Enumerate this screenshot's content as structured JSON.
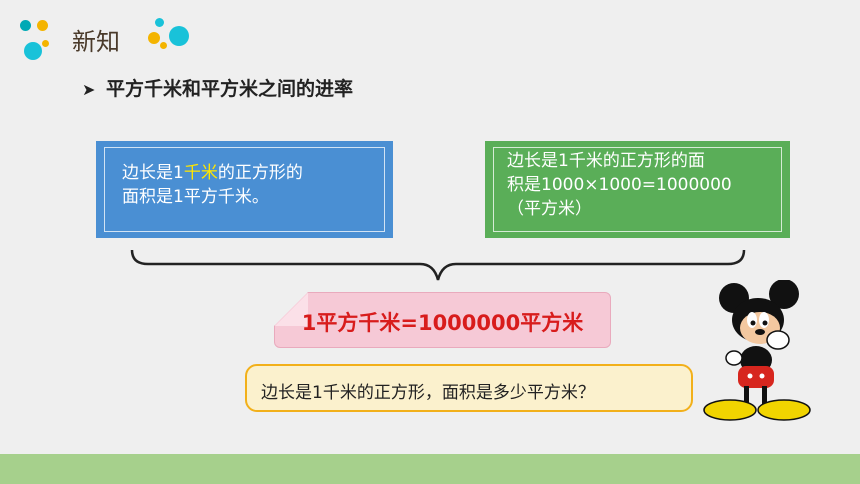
{
  "header": {
    "title": "新知"
  },
  "subheading": {
    "text": "平方千米和平方米之间的进率"
  },
  "box_blue": {
    "line1_pre": "边长是1",
    "line1_highlight": "千米",
    "line1_post": "的正方形的",
    "line2": "面积是1平方千米。"
  },
  "box_green": {
    "line1": "边长是1千米的正方形的面",
    "line2": "积是1000×1000=1000000",
    "line3": "（平方米）"
  },
  "equation": {
    "text": "1平方千米=1000000平方米"
  },
  "question": {
    "text": "边长是1千米的正方形，面积是多少平方米？"
  },
  "colors": {
    "blue_box": "#4a8fd3",
    "green_box": "#5aae58",
    "highlight": "#ffe600",
    "equation_text": "#d81c1c",
    "equation_bg": "#f6c9d6",
    "question_bg": "#fbf1cd",
    "question_border": "#f2b01a",
    "ground": "#a6d08c"
  },
  "icons": {
    "decor_left": "cluster-dots-icon",
    "decor_right": "cluster-dots-icon",
    "bullet": "arrow-right-icon",
    "character": "mickey-mouse-illustration"
  }
}
